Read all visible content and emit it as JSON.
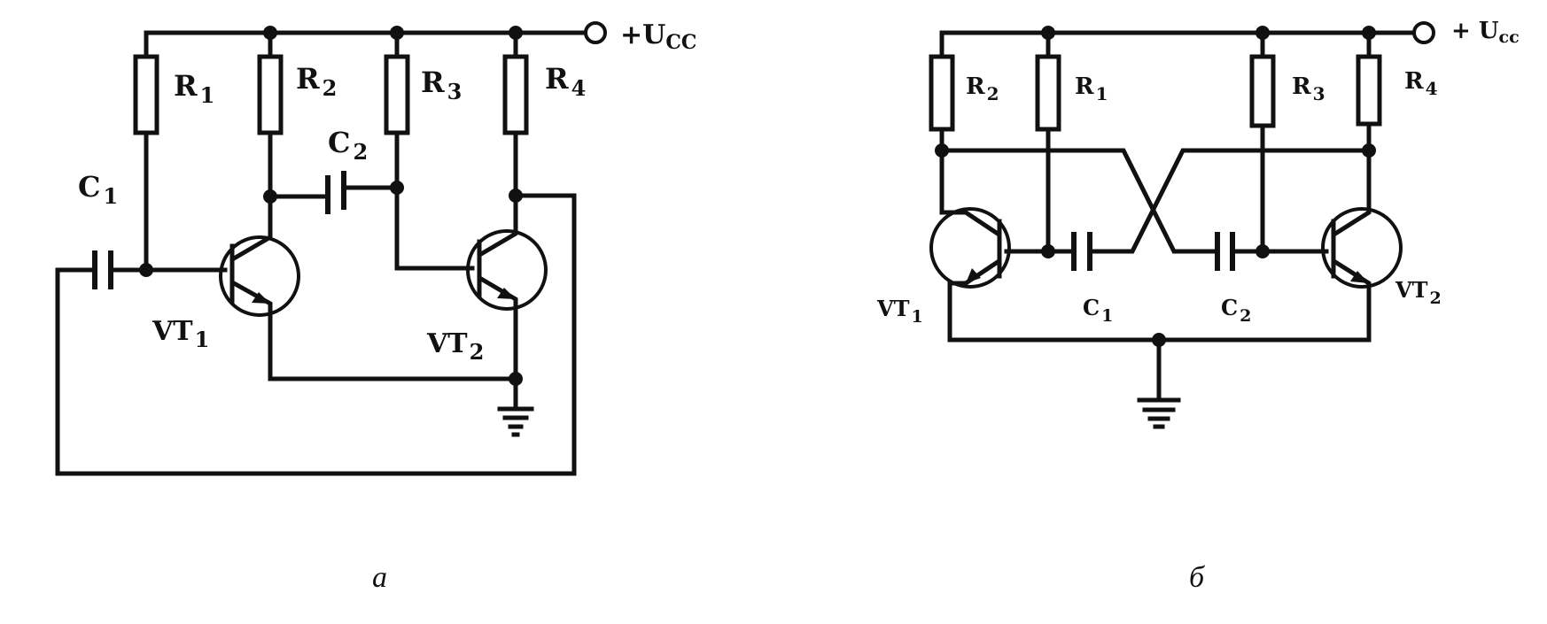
{
  "diagram_a": {
    "supply_label": "+U",
    "supply_sub": "CC",
    "resistors": [
      {
        "letter": "R",
        "index": "1"
      },
      {
        "letter": "R",
        "index": "2"
      },
      {
        "letter": "R",
        "index": "3"
      },
      {
        "letter": "R",
        "index": "4"
      }
    ],
    "capacitors": [
      {
        "letter": "C",
        "index": "1"
      },
      {
        "letter": "C",
        "index": "2"
      }
    ],
    "transistors": [
      {
        "letter": "VT",
        "index": "1"
      },
      {
        "letter": "VT",
        "index": "2"
      }
    ],
    "caption": "а"
  },
  "diagram_b": {
    "supply_label": "+ U",
    "supply_sub": "cc",
    "resistors": [
      {
        "letter": "R",
        "index": "2"
      },
      {
        "letter": "R",
        "index": "1"
      },
      {
        "letter": "R",
        "index": "3"
      },
      {
        "letter": "R",
        "index": "4"
      }
    ],
    "capacitors": [
      {
        "letter": "C",
        "index": "1"
      },
      {
        "letter": "C",
        "index": "2"
      }
    ],
    "transistors": [
      {
        "letter": "VT",
        "index": "1"
      },
      {
        "letter": "VT",
        "index": "2"
      }
    ],
    "caption": "б"
  }
}
